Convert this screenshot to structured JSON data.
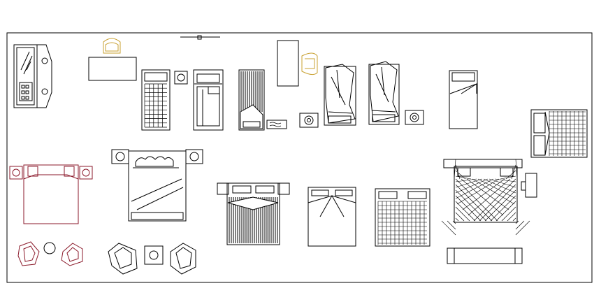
{
  "drawing": {
    "background": "#ffffff",
    "line_color": "#000000",
    "accent_color": "#8b1a2b",
    "chair_outline_color": "#c8a030"
  },
  "symbols": [
    {
      "id": "wardrobe-cabinet",
      "kind": "wardrobe"
    },
    {
      "id": "desk-with-chair",
      "kind": "desk"
    },
    {
      "id": "single-bed-quilted",
      "kind": "bed"
    },
    {
      "id": "nightstand-square",
      "kind": "nightstand"
    },
    {
      "id": "single-bed-folded-sheet",
      "kind": "bed"
    },
    {
      "id": "single-bed-striped",
      "kind": "bed"
    },
    {
      "id": "rug-small",
      "kind": "rug"
    },
    {
      "id": "desk-tall-with-chair",
      "kind": "desk"
    },
    {
      "id": "single-bed-crumpled-a",
      "kind": "bed"
    },
    {
      "id": "single-bed-crumpled-b",
      "kind": "bed"
    },
    {
      "id": "single-bed-turned-down",
      "kind": "bed"
    },
    {
      "id": "double-bed-grid-rotated",
      "kind": "bed"
    },
    {
      "id": "double-bed-red",
      "kind": "bed"
    },
    {
      "id": "double-bed-pillows",
      "kind": "bed"
    },
    {
      "id": "double-bed-striped",
      "kind": "bed"
    },
    {
      "id": "double-bed-plain",
      "kind": "bed"
    },
    {
      "id": "double-bed-grid",
      "kind": "bed"
    },
    {
      "id": "double-bed-diamond",
      "kind": "bed"
    },
    {
      "id": "armchair-pair-red",
      "kind": "armchair"
    },
    {
      "id": "armchair-pair-sketch",
      "kind": "armchair"
    },
    {
      "id": "bench",
      "kind": "bench"
    }
  ]
}
